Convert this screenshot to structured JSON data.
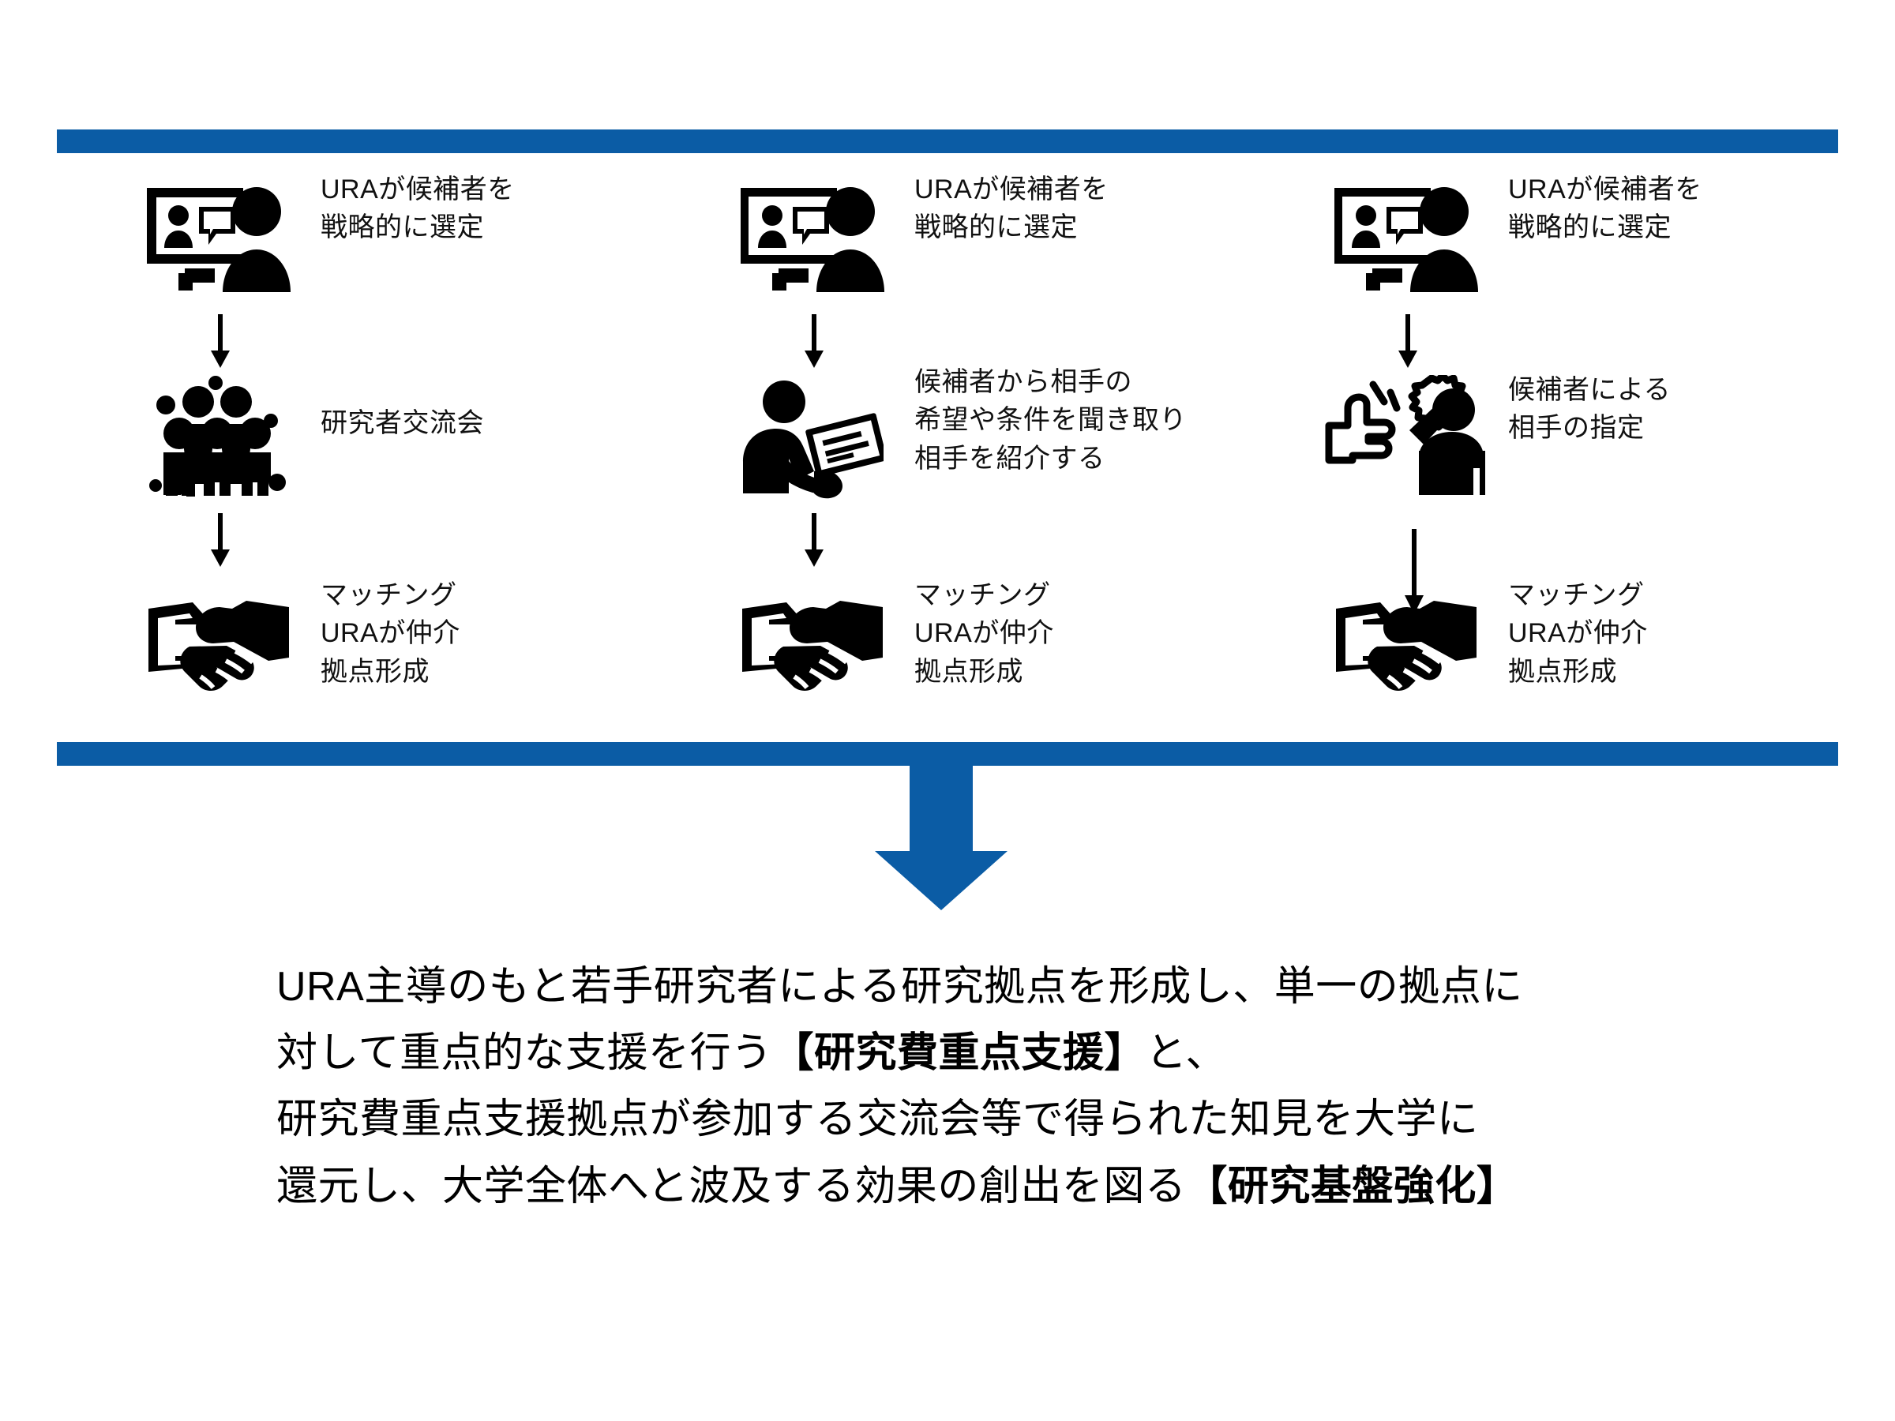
{
  "theme": {
    "accent_color": "#0B5CA5",
    "text_color": "#000000",
    "background_color": "#FFFFFF"
  },
  "divider_top": {
    "name": "top-blue-rule"
  },
  "divider_bottom": {
    "name": "bottom-blue-rule"
  },
  "flow_arrow": {
    "name": "down-arrow",
    "direction": "down"
  },
  "columns": [
    {
      "id": "pattern-1",
      "steps": [
        {
          "icon": "video-conference-icon",
          "label": "URAが候補者を\n戦略的に選定"
        },
        {
          "icon": "researcher-crowd-icon",
          "label": "研究者交流会"
        },
        {
          "icon": "handshake-icon",
          "label": "マッチング\nURAが仲介\n拠点形成"
        }
      ]
    },
    {
      "id": "pattern-2",
      "steps": [
        {
          "icon": "video-conference-icon",
          "label": "URAが候補者を\n戦略的に選定"
        },
        {
          "icon": "interview-clipboard-icon",
          "label": "候補者から相手の\n希望や条件を聞き取り\n相手を紹介する"
        },
        {
          "icon": "handshake-icon",
          "label": "マッチング\nURAが仲介\n拠点形成"
        }
      ]
    },
    {
      "id": "pattern-3",
      "steps": [
        {
          "icon": "video-conference-icon",
          "label": "URAが候補者を\n戦略的に選定"
        },
        {
          "icon": "pointing-hand-thinking-person-icon",
          "label": "候補者による\n相手の指定"
        },
        {
          "icon": "handshake-icon",
          "label": "マッチング\nURAが仲介\n拠点形成"
        }
      ]
    }
  ],
  "summary": {
    "line1": "URA主導のもと若手研究者による研究拠点を形成し、単一の拠点に",
    "line2_prefix": "対して重点的な支援を行う",
    "line2_bold": "【研究費重点支援】",
    "line2_suffix": "と、",
    "line3": "研究費重点支援拠点が参加する交流会等で得られた知見を大学に",
    "line4_prefix": "還元し、大学全体へと波及する効果の創出を図る",
    "line4_bold": "【研究基盤強化】"
  }
}
